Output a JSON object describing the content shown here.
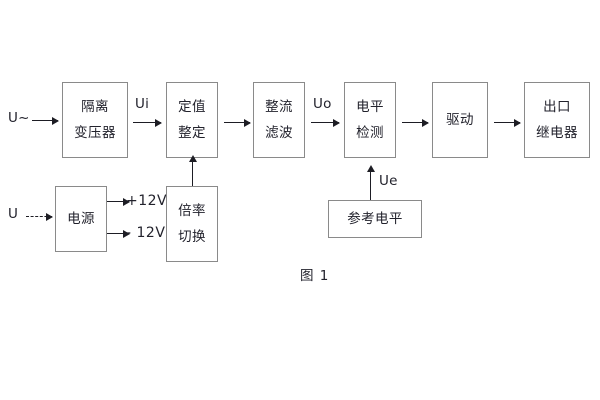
{
  "figure": {
    "caption": "图 1",
    "blocks": [
      {
        "id": "isolation-transformer",
        "line1": "隔离",
        "line2": "变压器"
      },
      {
        "id": "setpoint-setting",
        "line1": "定值",
        "line2": "整定"
      },
      {
        "id": "rectify-filter",
        "line1": "整流",
        "line2": "滤波"
      },
      {
        "id": "level-detection",
        "line1": "电平",
        "line2": "检测"
      },
      {
        "id": "drive",
        "line1": "驱动",
        "line2": ""
      },
      {
        "id": "output-relay",
        "line1": "出口",
        "line2": "继电器"
      },
      {
        "id": "power-supply",
        "line1": "电源",
        "line2": ""
      },
      {
        "id": "multiplier-switch",
        "line1": "倍率",
        "line2": "切换"
      },
      {
        "id": "reference-level",
        "line1": "参考电平",
        "line2": ""
      }
    ],
    "labels": {
      "input_ac": "U~",
      "input_dc": "U",
      "signal_ui": "Ui",
      "signal_uo": "Uo",
      "signal_ue": "Ue",
      "rail_positive": "+12V",
      "rail_negative": "- 12V"
    },
    "colors": {
      "box_border": "#8a8a8a",
      "arrow": "#1d1d24",
      "text": "#22222c",
      "background": "#ffffff"
    }
  }
}
